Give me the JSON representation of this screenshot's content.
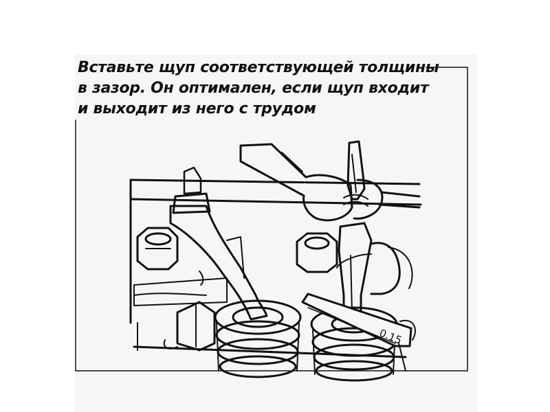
{
  "caption": {
    "line1": "Вставьте щуп соответствующей толщины",
    "line2": "в зазор. Он оптимален, если щуп входит",
    "line3": "и выходит из него с трудом"
  },
  "feeler_gauge": {
    "label": "0.15"
  },
  "colors": {
    "ink": "#111111",
    "panel": "#f6f6f6",
    "background": "#ffffff"
  }
}
